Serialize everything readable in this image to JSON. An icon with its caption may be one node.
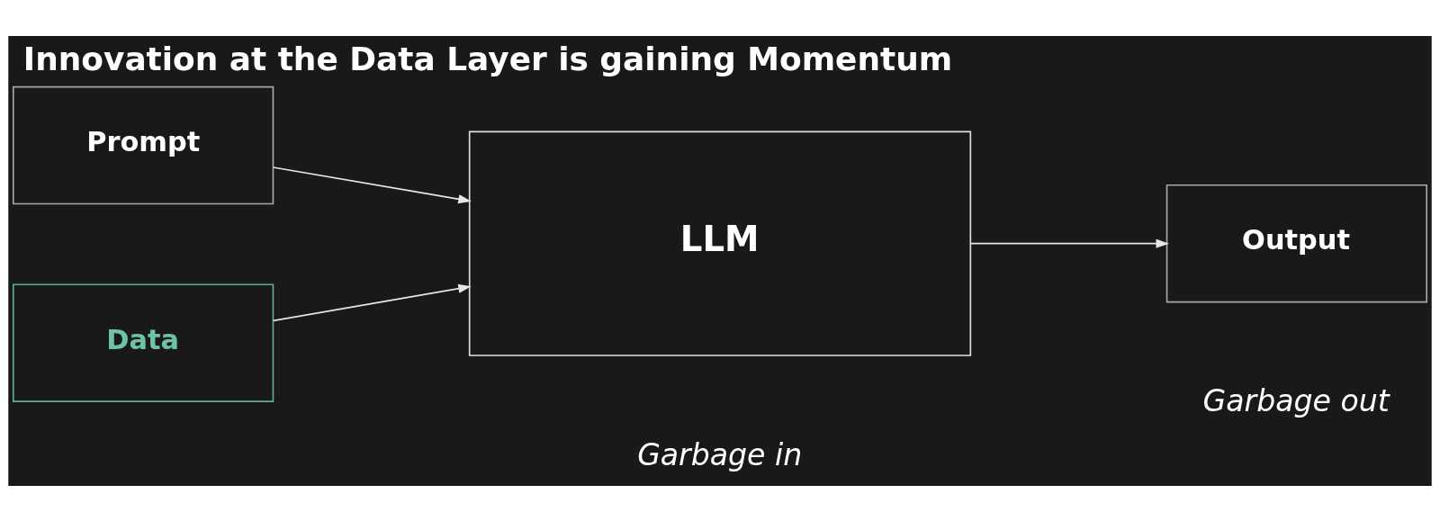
{
  "diagram": {
    "title": "Innovation at the Data Layer is gaining Momentum",
    "nodes": [
      {
        "text": [
          "Prompt"
        ]
      },
      {
        "text": [
          "Data"
        ]
      },
      {
        "text": [
          "LLM"
        ]
      },
      {
        "text": [
          "Output"
        ]
      }
    ],
    "edges": [
      {
        "from": 0,
        "to": 2,
        "arrow": "to"
      },
      {
        "from": 1,
        "to": 2,
        "arrow": "to"
      },
      {
        "from": 2,
        "to": 3,
        "arrow": "to"
      }
    ],
    "labels": [
      "Garbage in",
      "Garbage out"
    ]
  }
}
